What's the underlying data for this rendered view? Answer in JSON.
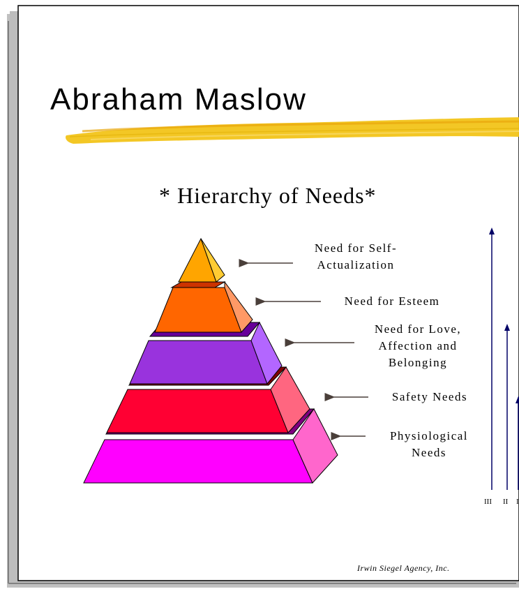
{
  "slide": {
    "title": "Abraham Maslow",
    "subtitle": "* Hierarchy of Needs*",
    "footer": "Irwin Siegel Agency, Inc."
  },
  "needs": [
    {
      "line1": "Need for Self-",
      "line2": "Actualization",
      "line3": ""
    },
    {
      "line1": "Need for Esteem",
      "line2": "",
      "line3": ""
    },
    {
      "line1": "Need for Love,",
      "line2": "Affection and",
      "line3": "Belonging"
    },
    {
      "line1": "Safety Needs",
      "line2": "",
      "line3": ""
    },
    {
      "line1": "Physiological",
      "line2": "Needs",
      "line3": ""
    }
  ],
  "levels": [
    "III",
    "II",
    "I"
  ],
  "colors": {
    "highlight_stroke": "#e8b820",
    "pyramid_level_1": "#ff00ff",
    "pyramid_level_2": "#ff0033",
    "pyramid_level_3": "#9933ff",
    "pyramid_level_4": "#ff6600",
    "pyramid_level_5": "#ffa500",
    "arrow_vertical": "#000066"
  }
}
